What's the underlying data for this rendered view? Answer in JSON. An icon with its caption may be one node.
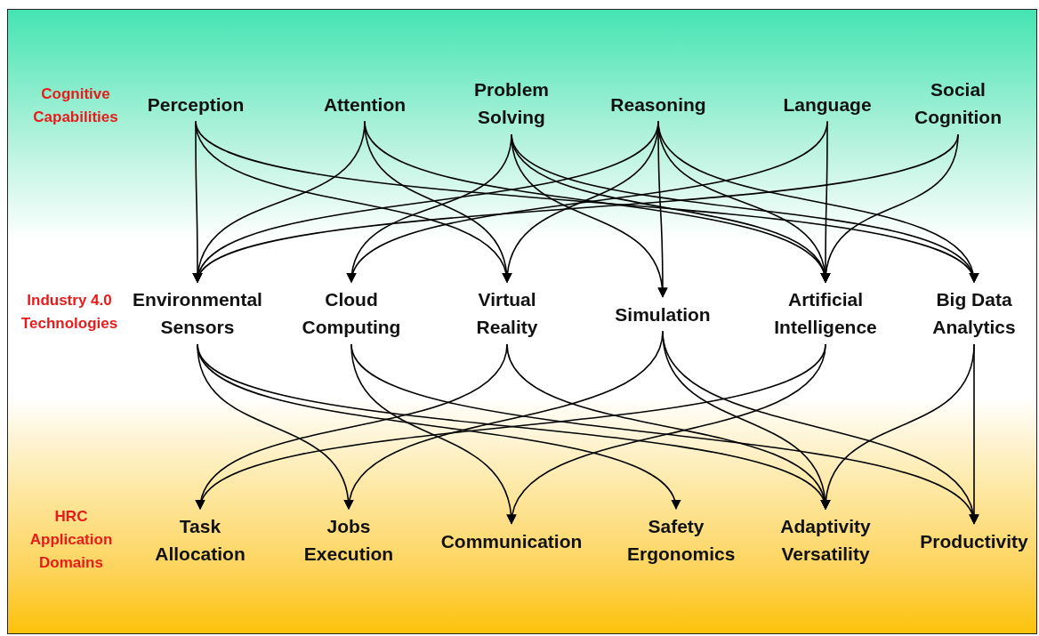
{
  "diagram": {
    "nodes": [
      {
        "text": [
          "Perception"
        ]
      },
      {
        "text": [
          "Attention"
        ]
      },
      {
        "text": [
          "Problem Solving"
        ]
      },
      {
        "text": [
          "Reasoning"
        ]
      },
      {
        "text": [
          "Language"
        ]
      },
      {
        "text": [
          "Social Cognition"
        ]
      },
      {
        "text": [
          "Environmental Sensors"
        ]
      },
      {
        "text": [
          "Cloud Computing"
        ]
      },
      {
        "text": [
          "Virtual Reality"
        ]
      },
      {
        "text": [
          "Simulation"
        ]
      },
      {
        "text": [
          "Artificial Intelligence"
        ]
      },
      {
        "text": [
          "Big Data Analytics"
        ]
      },
      {
        "text": [
          "Task Allocation"
        ]
      },
      {
        "text": [
          "Jobs Execution"
        ]
      },
      {
        "text": [
          "Communication"
        ]
      },
      {
        "text": [
          "Safety Ergonomics"
        ]
      },
      {
        "text": [
          "Adaptivity Versatility"
        ]
      },
      {
        "text": [
          "Productivity"
        ]
      }
    ],
    "edges": [
      {
        "from": 0,
        "to": 6,
        "arrow": "to"
      },
      {
        "from": 0,
        "to": 8,
        "arrow": "to"
      },
      {
        "from": 0,
        "to": 11,
        "arrow": "to"
      },
      {
        "from": 1,
        "to": 6,
        "arrow": "to"
      },
      {
        "from": 1,
        "to": 8,
        "arrow": "to"
      },
      {
        "from": 1,
        "to": 10,
        "arrow": "to"
      },
      {
        "from": 2,
        "to": 7,
        "arrow": "to"
      },
      {
        "from": 2,
        "to": 9,
        "arrow": "to"
      },
      {
        "from": 2,
        "to": 10,
        "arrow": "to"
      },
      {
        "from": 2,
        "to": 11,
        "arrow": "to"
      },
      {
        "from": 3,
        "to": 6,
        "arrow": "to"
      },
      {
        "from": 3,
        "to": 8,
        "arrow": "to"
      },
      {
        "from": 3,
        "to": 9,
        "arrow": "to"
      },
      {
        "from": 3,
        "to": 10,
        "arrow": "to"
      },
      {
        "from": 3,
        "to": 11,
        "arrow": "to"
      },
      {
        "from": 4,
        "to": 7,
        "arrow": "to"
      },
      {
        "from": 4,
        "to": 10,
        "arrow": "to"
      },
      {
        "from": 5,
        "to": 6,
        "arrow": "to"
      },
      {
        "from": 5,
        "to": 10,
        "arrow": "to"
      },
      {
        "from": 6,
        "to": 13,
        "arrow": "to"
      },
      {
        "from": 6,
        "to": 15,
        "arrow": "to"
      },
      {
        "from": 6,
        "to": 16,
        "arrow": "to"
      },
      {
        "from": 7,
        "to": 14,
        "arrow": "to"
      },
      {
        "from": 7,
        "to": 17,
        "arrow": "to"
      },
      {
        "from": 8,
        "to": 12,
        "arrow": "to"
      },
      {
        "from": 8,
        "to": 16,
        "arrow": "to"
      },
      {
        "from": 9,
        "to": 13,
        "arrow": "to"
      },
      {
        "from": 9,
        "to": 16,
        "arrow": "to"
      },
      {
        "from": 9,
        "to": 17,
        "arrow": "to"
      },
      {
        "from": 10,
        "to": 12,
        "arrow": "to"
      },
      {
        "from": 10,
        "to": 14,
        "arrow": "to"
      },
      {
        "from": 11,
        "to": 16,
        "arrow": "to"
      },
      {
        "from": 11,
        "to": 17,
        "arrow": "to"
      }
    ],
    "labels": [
      "Cognitive Capabilities",
      "Industry 4.0 Technologies",
      "HRC Application Domains"
    ]
  }
}
